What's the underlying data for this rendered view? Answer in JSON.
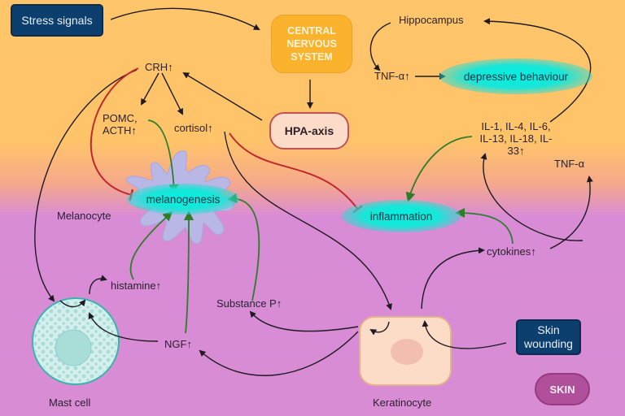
{
  "nodes": {
    "stress_signals": "Stress signals",
    "cns": "CENTRAL NERVOUS SYSTEM",
    "hpa_axis": "HPA-axis",
    "crh": "CRH↑",
    "pomc_acth": "POMC, ACTH↑",
    "cortisol": "cortisol↑",
    "hippocampus": "Hippocampus",
    "tnf_a_up": "TNF-α↑",
    "depressive_behaviour": "depressive behaviour",
    "interleukins": "IL-1, IL-4, IL-6, IL-13, IL-18, IL-33↑",
    "tnf_a": "TNF-α",
    "melanogenesis": "melanogenesis",
    "melanocyte": "Melanocyte",
    "inflammation": "inflammation",
    "cytokines": "cytokines↑",
    "histamine": "histamine↑",
    "substance_p": "Substance P↑",
    "ngf": "NGF↑",
    "mast_cell": "Mast cell",
    "keratinocyte": "Keratinocyte",
    "skin_wounding": "Skin wounding",
    "skin": "SKIN"
  },
  "colors": {
    "stimulate_arrow": "#1f1a22",
    "promote_arrow": "#2f7d2a",
    "inhibit_arrow": "#c0282e",
    "navy_box": "#0d3f6e",
    "cns_box": "#fbb22c",
    "glow": "#00f0e0",
    "top_background": "#ffc56a",
    "bottom_background": "#d88cd4"
  },
  "edges": [
    {
      "from": "stress_signals",
      "to": "cns",
      "type": "stimulate"
    },
    {
      "from": "cns",
      "to": "hpa_axis",
      "type": "stimulate"
    },
    {
      "from": "hpa_axis",
      "to": "crh",
      "type": "stimulate"
    },
    {
      "from": "crh",
      "to": "pomc_acth",
      "type": "stimulate"
    },
    {
      "from": "crh",
      "to": "cortisol",
      "type": "stimulate"
    },
    {
      "from": "crh",
      "to": "melanogenesis",
      "type": "inhibit"
    },
    {
      "from": "crh",
      "to": "mast_cell",
      "type": "stimulate"
    },
    {
      "from": "pomc_acth",
      "to": "melanogenesis",
      "type": "promote"
    },
    {
      "from": "cortisol",
      "to": "inflammation",
      "type": "inhibit"
    },
    {
      "from": "cortisol",
      "to": "keratinocyte",
      "type": "stimulate"
    },
    {
      "from": "hippocampus",
      "to": "tnf_a_up",
      "type": "stimulate"
    },
    {
      "from": "tnf_a_up",
      "to": "depressive_behaviour",
      "type": "stimulate"
    },
    {
      "from": "interleukins",
      "to": "hippocampus",
      "type": "stimulate"
    },
    {
      "from": "interleukins",
      "to": "inflammation",
      "type": "promote"
    },
    {
      "from": "cytokines",
      "to": "inflammation",
      "type": "promote"
    },
    {
      "from": "cytokines",
      "to": "interleukins",
      "type": "stimulate"
    },
    {
      "from": "cytokines",
      "to": "tnf_a",
      "type": "stimulate"
    },
    {
      "from": "keratinocyte",
      "to": "cytokines",
      "type": "stimulate"
    },
    {
      "from": "keratinocyte",
      "to": "substance_p",
      "type": "stimulate"
    },
    {
      "from": "keratinocyte",
      "to": "ngf",
      "type": "stimulate"
    },
    {
      "from": "skin_wounding",
      "to": "keratinocyte",
      "type": "stimulate"
    },
    {
      "from": "substance_p",
      "to": "melanogenesis",
      "type": "promote"
    },
    {
      "from": "ngf",
      "to": "melanogenesis",
      "type": "promote"
    },
    {
      "from": "ngf",
      "to": "mast_cell",
      "type": "stimulate"
    },
    {
      "from": "histamine",
      "to": "melanogenesis",
      "type": "promote"
    },
    {
      "from": "mast_cell",
      "to": "histamine",
      "type": "stimulate"
    }
  ]
}
